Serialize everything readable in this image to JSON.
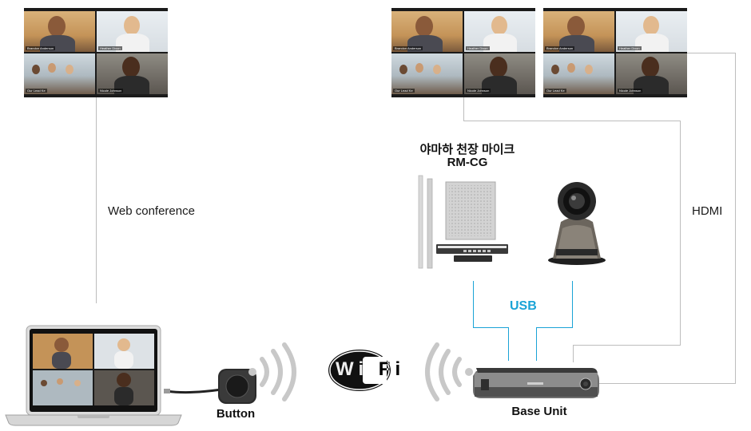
{
  "labels": {
    "web_conference": "Web conference",
    "hdmi": "HDMI",
    "usb": "USB",
    "mic_name_ko": "야마하 천장 마이크",
    "mic_model": "RM-CG",
    "button": "Button",
    "base_unit": "Base Unit",
    "wifi_text": "Wi Fi"
  },
  "screen_names": [
    "Brandon Anderson",
    "Heather Dixon",
    "Our Lead Ke",
    "Nicole Johnson"
  ],
  "colors": {
    "usb_accent": "#1aa3d6",
    "connector_line": "#bdbdbd",
    "wifi_wave": "#c8c8c8"
  },
  "icons": [
    "wifi-icon",
    "wireless-wave-icon",
    "laptop-icon",
    "camera-icon",
    "microphone-icon",
    "base-unit-icon",
    "button-dongle-icon"
  ]
}
